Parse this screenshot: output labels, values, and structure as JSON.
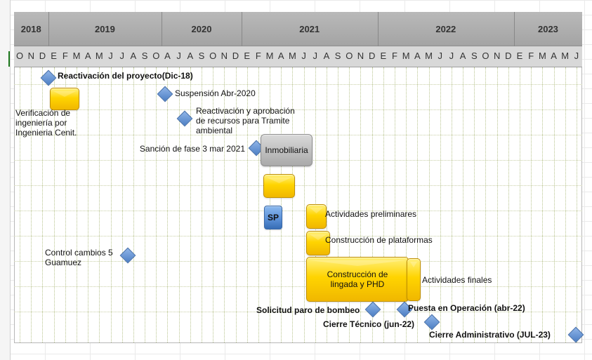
{
  "timeline": {
    "years": [
      "2018",
      "2019",
      "2020",
      "2021",
      "2022",
      "2023"
    ],
    "months": [
      "O",
      "N",
      "D",
      "E",
      "F",
      "M",
      "A",
      "M",
      "J",
      "J",
      "A",
      "S",
      "O",
      "A",
      "J",
      "A",
      "S",
      "O",
      "N",
      "D",
      "E",
      "F",
      "M",
      "A",
      "M",
      "J",
      "J",
      "A",
      "S",
      "O",
      "N",
      "D",
      "E",
      "F",
      "M",
      "A",
      "M",
      "J",
      "J",
      "A",
      "S",
      "O",
      "N",
      "D",
      "E",
      "F",
      "M",
      "A",
      "M",
      "J"
    ]
  },
  "tasks": {
    "verificacion": {
      "label": "Verificación de\ningeniería por\nIngenieria Cenit."
    },
    "inmobiliaria": {
      "label": "Inmobiliaria"
    },
    "sp": {
      "label": "SP"
    },
    "actividades_preliminares": {
      "label": "Actividades preliminares"
    },
    "construccion_plataformas": {
      "label": "Construcción de plataformas"
    },
    "construccion_lingada": {
      "label": "Construcción de\nlingada y  PHD"
    },
    "actividades_finales": {
      "label": "Actividades finales"
    }
  },
  "milestones": {
    "reactivacion_proyecto": {
      "label": "Reactivación del proyecto(Dic-18)"
    },
    "suspension": {
      "label": "Suspensión Abr-2020"
    },
    "reactivacion_recursos": {
      "label": "Reactivación y aprobación\nde recursos para Tramite\nambiental"
    },
    "sancion_fase": {
      "label": "Sanción de fase 3 mar 2021"
    },
    "control_cambios": {
      "label": "Control cambios 5\nGuamuez"
    },
    "solicitud_paro": {
      "label": "Solicitud paro de bombeo"
    },
    "puesta_operacion": {
      "label": "Puesta en Operación (abr-22)"
    },
    "cierre_tecnico": {
      "label": "Cierre Técnico (jun-22)"
    },
    "cierre_administrativo": {
      "label": "Cierre Administrativo (JUL-23)"
    }
  },
  "colors": {
    "header_gray": "#a9a9a9",
    "gold": "#ffd400",
    "blue": "#5c91d8",
    "gray_box": "#bfbfbf"
  }
}
